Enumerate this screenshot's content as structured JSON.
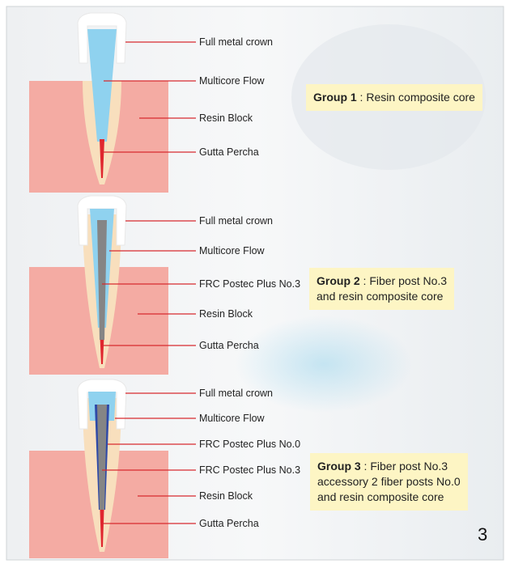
{
  "colors": {
    "resin_block": "#f4aba3",
    "root": "#f8dfbd",
    "crown": "#ffffff",
    "multicore_flow": "#8fd2ef",
    "gutta_percha": "#e0262e",
    "fiber_post": "#858585",
    "leader_line": "#d72a2f",
    "group_box": "#fdf5c4"
  },
  "diagram": {
    "groups": [
      {
        "labels": [
          "Full metal crown",
          "Multicore Flow",
          "Resin Block",
          "Gutta Percha"
        ],
        "box_title": "Group 1",
        "box_lines": [
          "Resin composite core"
        ]
      },
      {
        "labels": [
          "Full metal crown",
          "Multicore Flow",
          "FRC Postec Plus No.3",
          "Resin Block",
          "Gutta Percha"
        ],
        "box_title": "Group 2",
        "box_lines": [
          "Fiber post No.3",
          "and resin composite core"
        ]
      },
      {
        "labels": [
          "Full metal crown",
          "Multicore Flow",
          "FRC Postec Plus No.0",
          "FRC Postec Plus No.3",
          "Resin Block",
          "Gutta Percha"
        ],
        "box_title": "Group 3",
        "box_lines": [
          "Fiber post No.3",
          "accessory 2 fiber posts No.0",
          "and resin composite core"
        ]
      }
    ],
    "page_number": "3"
  }
}
